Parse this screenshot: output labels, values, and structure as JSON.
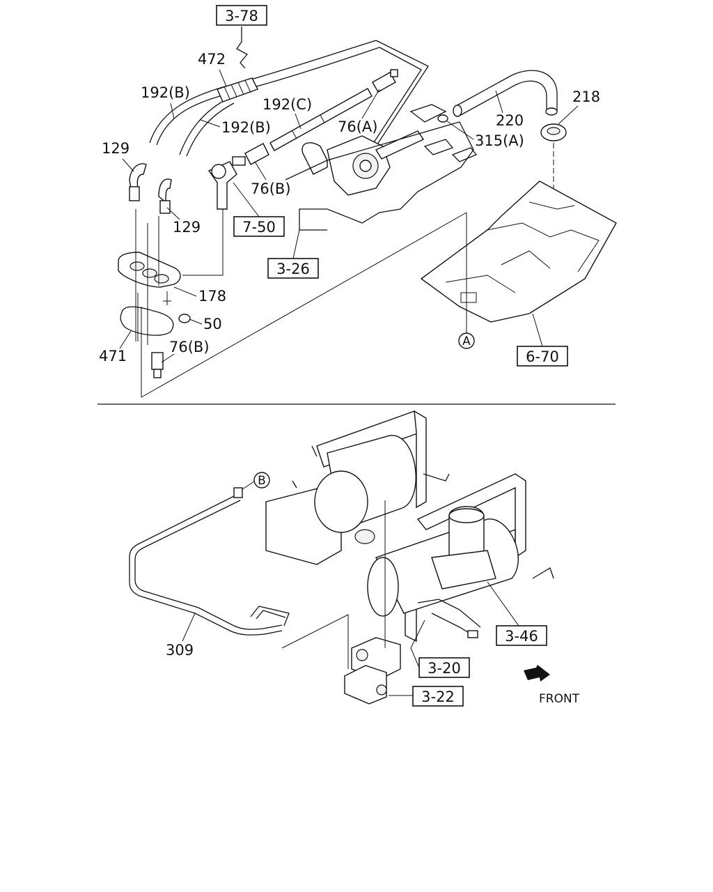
{
  "upper_callouts": {
    "p472": "472",
    "p192b_1": "192(B)",
    "p192b_2": "192(B)",
    "p192c": "192(C)",
    "p76a": "76(A)",
    "p76b_1": "76(B)",
    "p76b_2": "76(B)",
    "p129_1": "129",
    "p129_2": "129",
    "p220": "220",
    "p218": "218",
    "p315a": "315(A)",
    "p178": "178",
    "p50": "50",
    "p471": "471",
    "circle_a": "A"
  },
  "upper_refs": {
    "r378": "3-78",
    "r750": "7-50",
    "r326": "3-26",
    "r670": "6-70"
  },
  "lower_callouts": {
    "p309": "309",
    "circle_b": "B",
    "front": "FRONT"
  },
  "lower_refs": {
    "r346": "3-46",
    "r320": "3-20",
    "r322": "3-22"
  }
}
